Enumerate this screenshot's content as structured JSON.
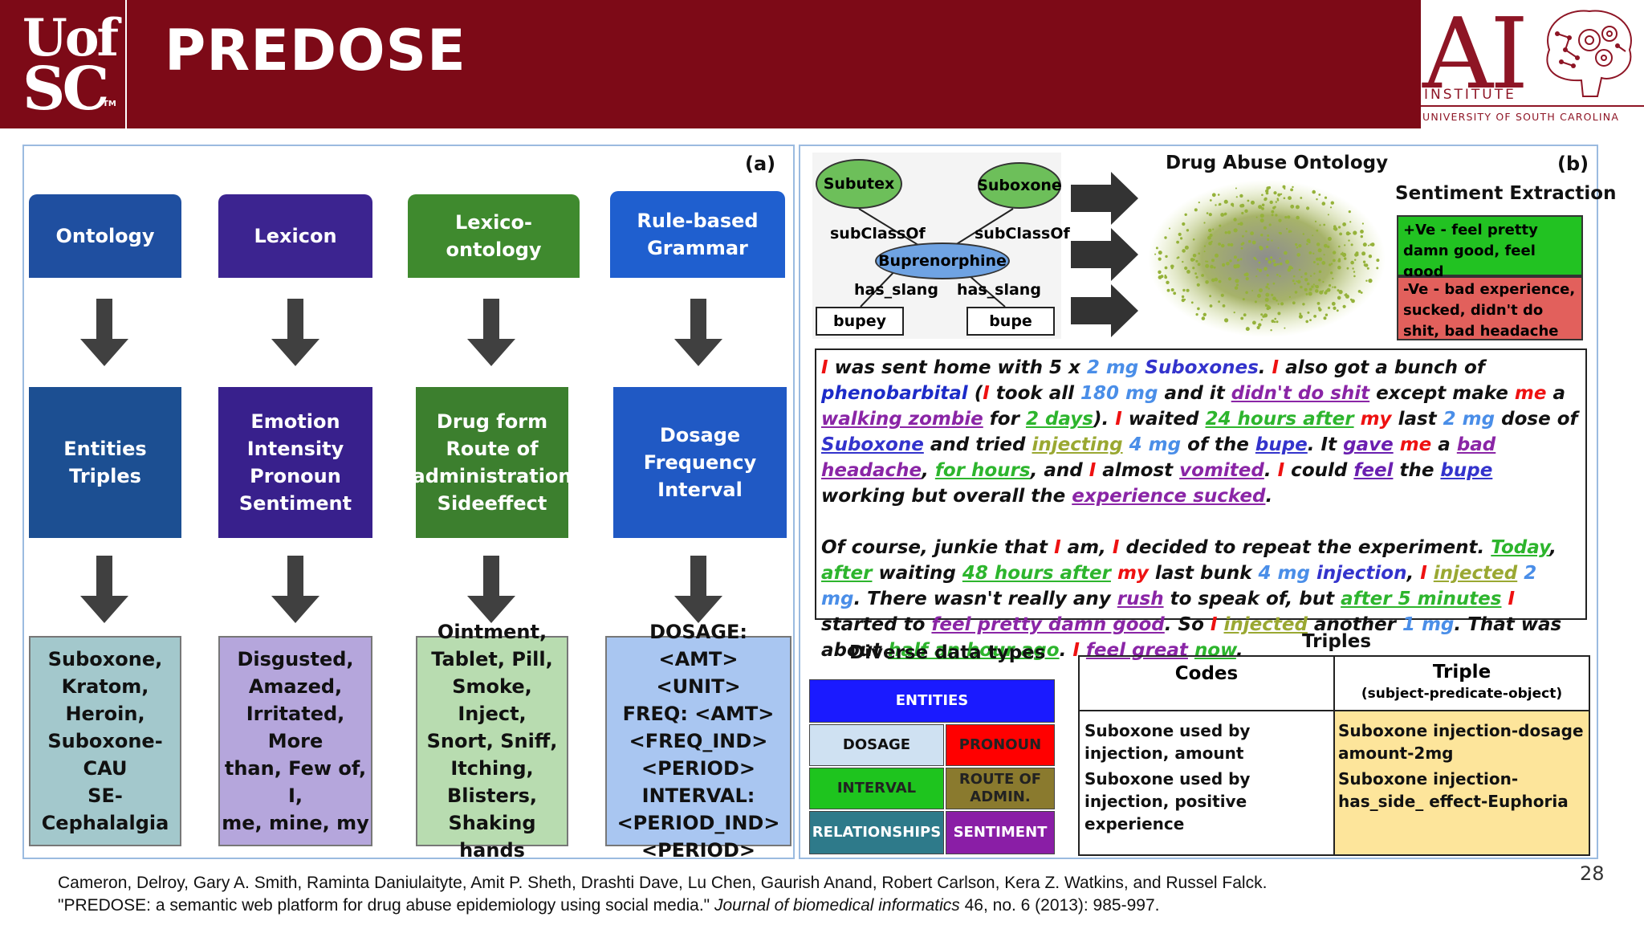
{
  "header": {
    "logo_left": {
      "line1": "Uof",
      "line2": "SC",
      "tm": "TM"
    },
    "title": "PREDOSE",
    "logo_right": {
      "ai": "AI",
      "institute": "INSTITUTE",
      "university": "UNIVERSITY OF SOUTH CAROLINA"
    }
  },
  "panel_a": {
    "tag": "(a)",
    "columns": [
      {
        "top": "Ontology",
        "mid": "Entities\nTriples",
        "bottom": "Suboxone,\nKratom,\nHeroin,\nSuboxone-CAU\nSE-Cephalalgia",
        "top_color": "#1f4fa0",
        "mid_color": "#1c4f92",
        "bottom_color": "#a3c8cc"
      },
      {
        "top": "Lexicon",
        "mid": "Emotion\nIntensity\nPronoun\nSentiment",
        "bottom": "Disgusted,\nAmazed,\nIrritated, More\nthan, Few of, I,\nme, mine, my",
        "top_color": "#3c2490",
        "mid_color": "#38208c",
        "bottom_color": "#b5a6dc"
      },
      {
        "top": "Lexico-ontology",
        "mid": "Drug form\nRoute of\nadministration\nSideeffect",
        "bottom": "Ointment,\nTablet, Pill,\nSmoke, Inject,\nSnort, Sniff,\nItching,\nBlisters,\nShaking hands",
        "top_color": "#3f8a2e",
        "mid_color": "#3c7f2e",
        "bottom_color": "#b8dcb0"
      },
      {
        "top": "Rule-based\nGrammar",
        "mid": "Dosage\nFrequency\nInterval",
        "bottom": "DOSAGE: <AMT>\n<UNIT>\nFREQ: <AMT>\n<FREQ_IND>\n<PERIOD>\nINTERVAL:\n<PERIOD_IND>\n<PERIOD>",
        "top_color": "#1f5fcf",
        "mid_color": "#2059c4",
        "bottom_color": "#a9c6f1"
      }
    ]
  },
  "panel_b": {
    "tag": "(b)",
    "graph": {
      "subutex": "Subutex",
      "suboxone": "Suboxone",
      "subclass1": "subClassOf",
      "subclass2": "subClassOf",
      "buprenorphine": "Buprenorphine",
      "has_slang1": "has_slang",
      "has_slang2": "has_slang",
      "bupey": "bupey",
      "bupe": "bupe"
    },
    "ontology_title": "Drug Abuse Ontology",
    "sentiment_title": "Sentiment Extraction",
    "positive": "+Ve - feel pretty damn good, feel good",
    "negative": "-Ve - bad experience, sucked, didn't do shit, bad headache",
    "diverse_title": "Diverse data types",
    "legend": {
      "entities": "ENTITIES",
      "dosage": "DOSAGE",
      "pronoun": "PRONOUN",
      "interval": "INTERVAL",
      "route": "ROUTE OF\nADMIN.",
      "relationships": "RELATIONSHIPS",
      "sentiment": "SENTIMENT"
    },
    "triples_title": "Triples",
    "codes_header": "Codes",
    "triple_header": "Triple",
    "triple_sub": "(subject-predicate-object)",
    "codes": [
      "Suboxone used by injection, amount",
      "Suboxone used by injection, positive experience"
    ],
    "triples": [
      "Suboxone injection-dosage amount-2mg",
      "Suboxone injection-has_side_ effect-Euphoria"
    ]
  },
  "text_para1": [
    [
      "I",
      "red",
      ""
    ],
    [
      " was sent home with 5 x ",
      "",
      ""
    ],
    [
      "2 mg",
      "sky",
      ""
    ],
    [
      " ",
      "",
      ""
    ],
    [
      "Suboxones",
      "blue",
      ""
    ],
    [
      ". ",
      "",
      ""
    ],
    [
      "I",
      "red",
      ""
    ],
    [
      " also got a bunch of ",
      "",
      ""
    ],
    [
      "phenobarbital",
      "navy",
      ""
    ],
    [
      " (",
      "",
      ""
    ],
    [
      "I",
      "red",
      ""
    ],
    [
      " took all ",
      "",
      ""
    ],
    [
      "180 mg",
      "sky",
      ""
    ],
    [
      " and it ",
      "",
      ""
    ],
    [
      "didn't do shit",
      "purple",
      "u"
    ],
    [
      " except make ",
      "",
      ""
    ],
    [
      "me",
      "red",
      ""
    ],
    [
      " a ",
      "",
      ""
    ],
    [
      "walking zombie",
      "purple",
      "u"
    ],
    [
      " for ",
      "",
      ""
    ],
    [
      "2 days",
      "green",
      "u"
    ],
    [
      "). ",
      "",
      ""
    ],
    [
      "I",
      "red",
      ""
    ],
    [
      " waited ",
      "",
      ""
    ],
    [
      "24 hours after",
      "green",
      "u"
    ],
    [
      " ",
      "",
      ""
    ],
    [
      "my",
      "red",
      ""
    ],
    [
      " last ",
      "",
      ""
    ],
    [
      "2 mg",
      "sky",
      ""
    ],
    [
      " dose of ",
      "",
      ""
    ],
    [
      "Suboxone",
      "blue",
      "u"
    ],
    [
      " and tried ",
      "",
      ""
    ],
    [
      "injecting",
      "olive",
      "u"
    ],
    [
      " ",
      "",
      ""
    ],
    [
      "4 mg",
      "sky",
      ""
    ],
    [
      " of the ",
      "",
      ""
    ],
    [
      "bupe",
      "blue",
      "u"
    ],
    [
      ". It ",
      "",
      ""
    ],
    [
      "gave",
      "pur2",
      "u"
    ],
    [
      " ",
      "",
      ""
    ],
    [
      "me",
      "red",
      ""
    ],
    [
      " a ",
      "",
      ""
    ],
    [
      "bad headache",
      "purple",
      "u"
    ],
    [
      ", ",
      "",
      ""
    ],
    [
      "for hours",
      "green",
      "u"
    ],
    [
      ", and ",
      "",
      ""
    ],
    [
      "I",
      "red",
      ""
    ],
    [
      " almost ",
      "",
      ""
    ],
    [
      "vomited",
      "purple",
      "u"
    ],
    [
      ". ",
      "",
      ""
    ],
    [
      "I",
      "red",
      ""
    ],
    [
      " could ",
      "",
      ""
    ],
    [
      "feel",
      "pur2",
      "u"
    ],
    [
      " the ",
      "",
      ""
    ],
    [
      "bupe",
      "blue",
      "u"
    ],
    [
      " working but overall the ",
      "",
      ""
    ],
    [
      "experience sucked",
      "purple",
      "u"
    ],
    [
      ".",
      "",
      ""
    ]
  ],
  "text_para2": [
    [
      "Of course, junkie that ",
      "",
      ""
    ],
    [
      "I",
      "red",
      ""
    ],
    [
      " am, ",
      "",
      ""
    ],
    [
      "I",
      "red",
      ""
    ],
    [
      " decided to repeat the experiment. ",
      "",
      ""
    ],
    [
      "Today",
      "green",
      "u"
    ],
    [
      ", ",
      "",
      ""
    ],
    [
      "after",
      "green",
      "u"
    ],
    [
      " waiting ",
      "",
      ""
    ],
    [
      "48 hours after",
      "green",
      "u"
    ],
    [
      " ",
      "",
      ""
    ],
    [
      "my",
      "red",
      ""
    ],
    [
      " last bunk ",
      "",
      ""
    ],
    [
      "4 mg",
      "sky",
      ""
    ],
    [
      " ",
      "",
      ""
    ],
    [
      "injection",
      "blue",
      ""
    ],
    [
      ", ",
      "",
      ""
    ],
    [
      "I",
      "red",
      ""
    ],
    [
      " ",
      "",
      ""
    ],
    [
      "injected",
      "olive",
      "u"
    ],
    [
      " ",
      "",
      ""
    ],
    [
      "2 mg",
      "sky",
      ""
    ],
    [
      ". There wasn't really any ",
      "",
      ""
    ],
    [
      "rush",
      "purple",
      "u"
    ],
    [
      " to speak of, but ",
      "",
      ""
    ],
    [
      "after 5 minutes",
      "green",
      "u"
    ],
    [
      " ",
      "",
      ""
    ],
    [
      "I",
      "red",
      ""
    ],
    [
      " started to ",
      "",
      ""
    ],
    [
      "feel pretty damn good",
      "purple",
      "u"
    ],
    [
      ". So ",
      "",
      ""
    ],
    [
      "I",
      "red",
      ""
    ],
    [
      " ",
      "",
      ""
    ],
    [
      "injected",
      "olive",
      "u"
    ],
    [
      " another ",
      "",
      ""
    ],
    [
      "1 mg",
      "sky",
      ""
    ],
    [
      ". That was about ",
      "",
      ""
    ],
    [
      "half an hour ago",
      "green",
      "u"
    ],
    [
      ". ",
      "",
      ""
    ],
    [
      "I",
      "red",
      ""
    ],
    [
      " ",
      "",
      ""
    ],
    [
      "feel great",
      "purple",
      "u"
    ],
    [
      " ",
      "",
      ""
    ],
    [
      "now",
      "green",
      "u"
    ],
    [
      ".",
      "",
      ""
    ]
  ],
  "page_number": "28",
  "footer": {
    "line1": "Cameron, Delroy, Gary A. Smith, Raminta Daniulaityte, Amit P. Sheth, Drashti Dave, Lu Chen, Gaurish Anand, Robert Carlson, Kera Z. Watkins, and Russel Falck.",
    "line2_a": "\"PREDOSE: a semantic web platform for drug abuse epidemiology using social media.\" ",
    "line2_journal": "Journal of biomedical informatics",
    "line2_b": " 46, no. 6 (2013): 985-997."
  }
}
